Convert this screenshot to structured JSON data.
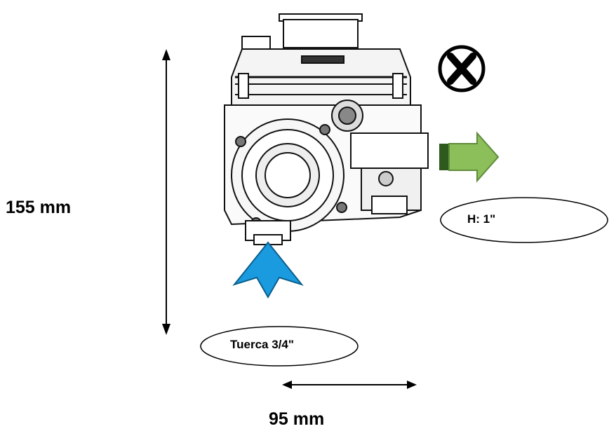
{
  "dimensions": {
    "height_label": "155 mm",
    "width_label": "95 mm"
  },
  "connections": {
    "outlet_label": "H: 1\"",
    "inlet_label": "Tuerca 3/4\""
  },
  "colors": {
    "inlet_arrow": "#1a9be0",
    "outlet_arrow": "#8cbf5a",
    "outlet_arrow_tail": "#2f5a1e",
    "line": "#000000"
  },
  "icons": {
    "no_install_symbol": "circle-x-icon"
  }
}
